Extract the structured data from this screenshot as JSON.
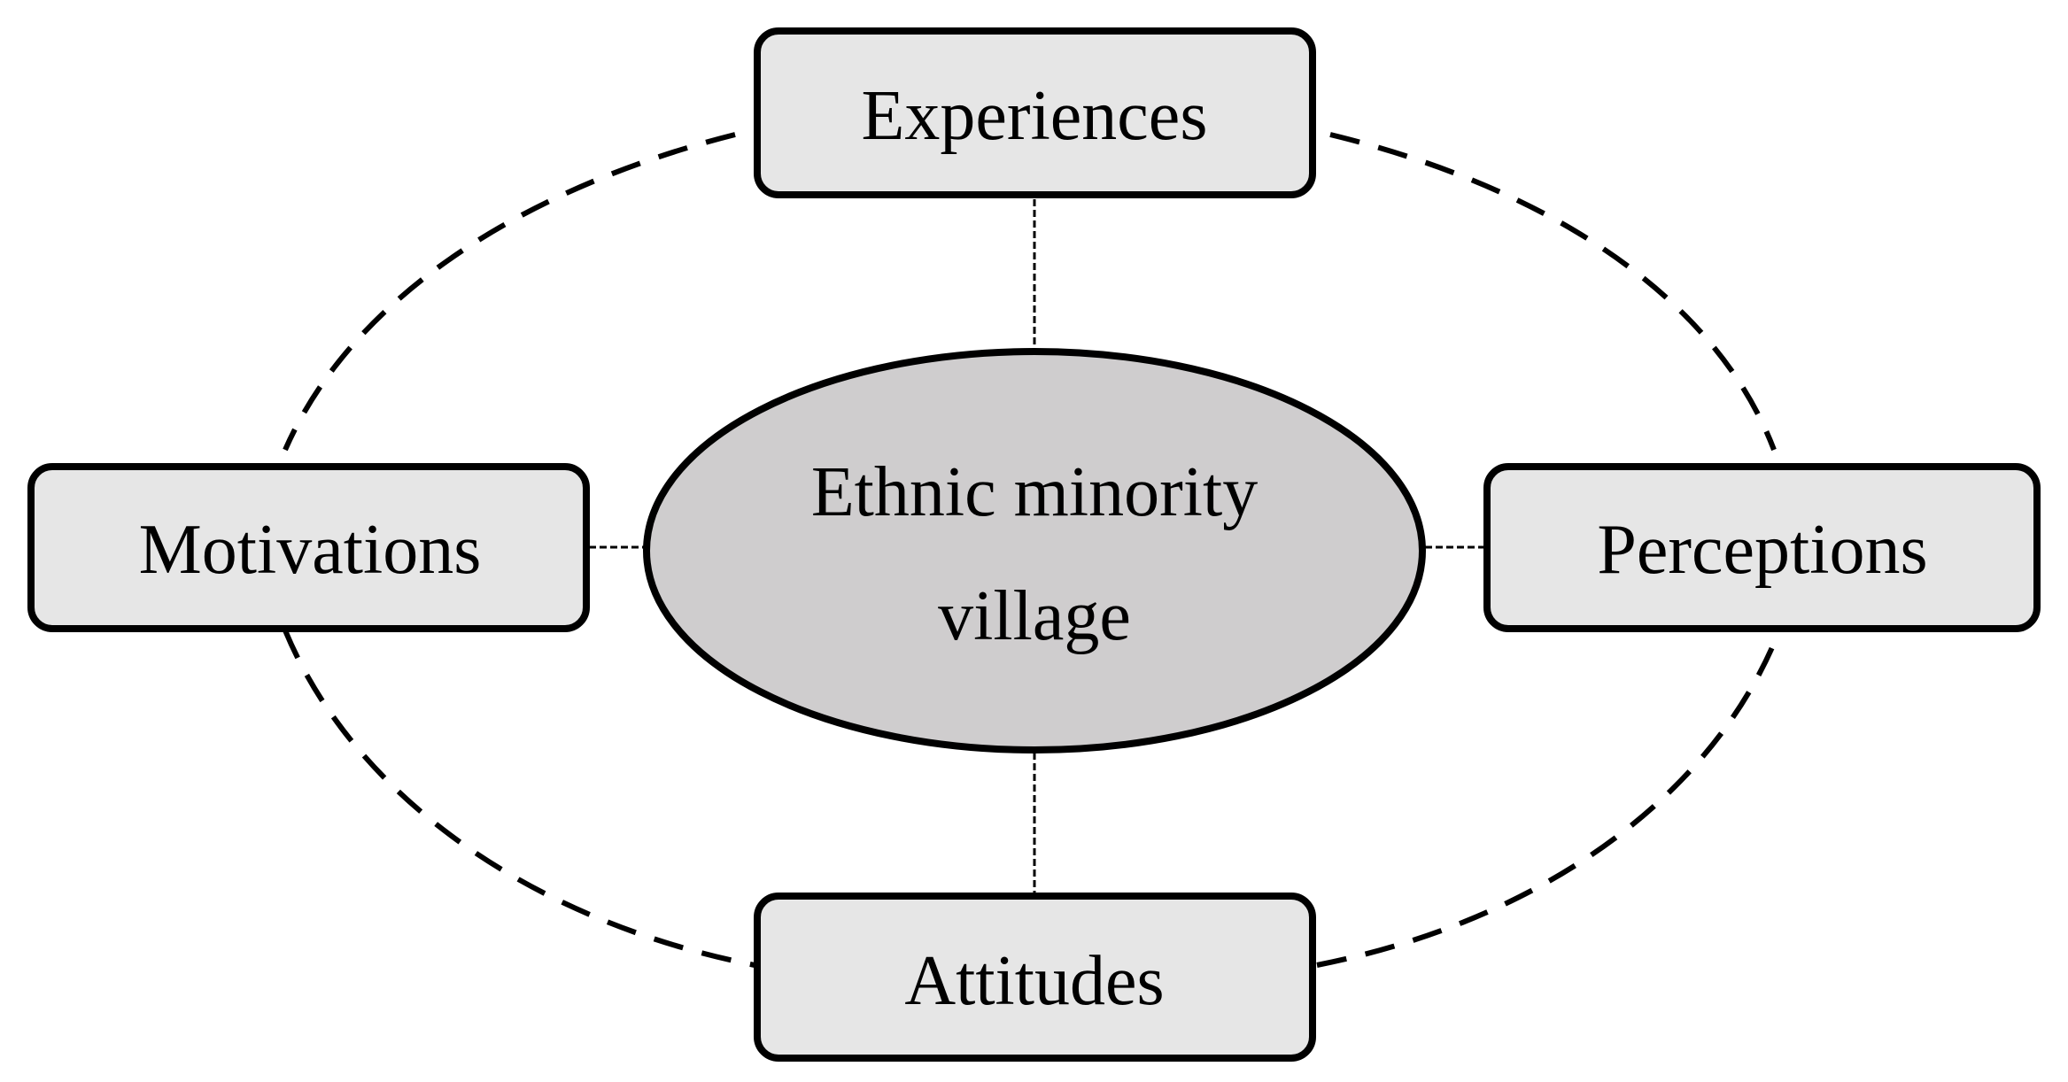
{
  "diagram": {
    "center": {
      "line1": "Ethnic minority",
      "line2": "village"
    },
    "nodes": {
      "top": "Experiences",
      "left": "Motivations",
      "right": "Perceptions",
      "bottom": "Attitudes"
    }
  },
  "colors": {
    "box_fill": "#e6e6e6",
    "center_fill": "#cfcdce",
    "stroke": "#000000",
    "background": "#ffffff"
  }
}
